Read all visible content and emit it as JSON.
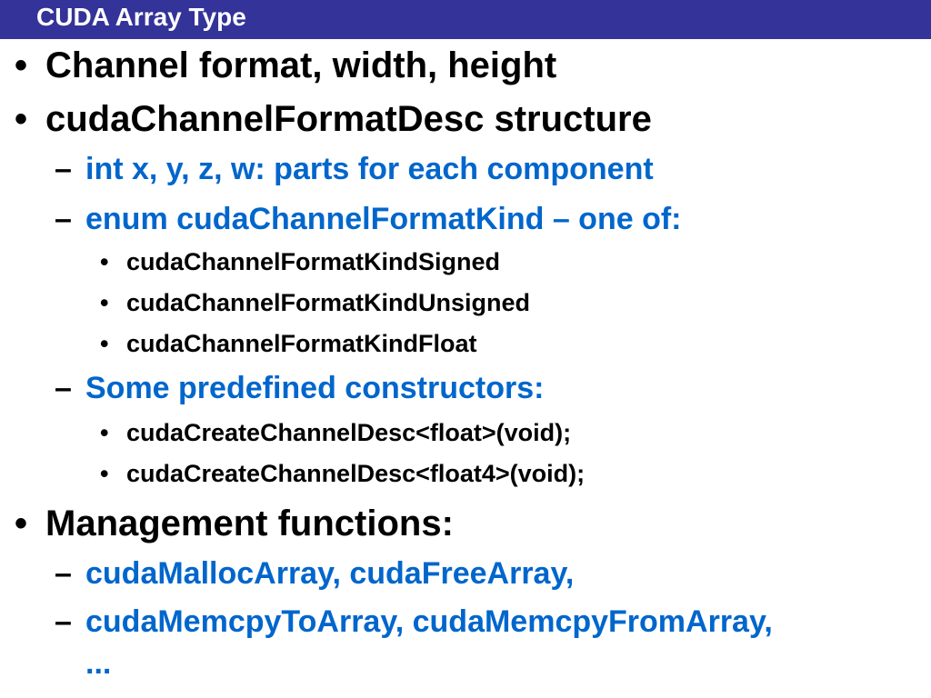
{
  "slide": {
    "title": "CUDA Array Type",
    "bullet1": "•",
    "bullet3": "•",
    "dash": "–",
    "colors": {
      "title_bar": "#333399",
      "accent_text": "#0066cc"
    },
    "items": [
      {
        "level": 1,
        "text": "Channel format, width, height"
      },
      {
        "level": 1,
        "text": "cudaChannelFormatDesc structure"
      },
      {
        "level": 2,
        "text": "int x, y, z, w: parts for each component"
      },
      {
        "level": 2,
        "text": "enum cudaChannelFormatKind – one of:"
      },
      {
        "level": 3,
        "text": "cudaChannelFormatKindSigned"
      },
      {
        "level": 3,
        "text": "cudaChannelFormatKindUnsigned"
      },
      {
        "level": 3,
        "text": "cudaChannelFormatKindFloat"
      },
      {
        "level": 2,
        "text": "Some predefined constructors:"
      },
      {
        "level": 3,
        "text": "cudaCreateChannelDesc<float>(void);"
      },
      {
        "level": 3,
        "text": "cudaCreateChannelDesc<float4>(void);"
      },
      {
        "level": 1,
        "text": "Management functions:"
      },
      {
        "level": 2,
        "text": "cudaMallocArray, cudaFreeArray,"
      },
      {
        "level": 2,
        "text": "cudaMemcpyToArray, cudaMemcpyFromArray,"
      },
      {
        "level": 2,
        "text": "..."
      }
    ]
  }
}
